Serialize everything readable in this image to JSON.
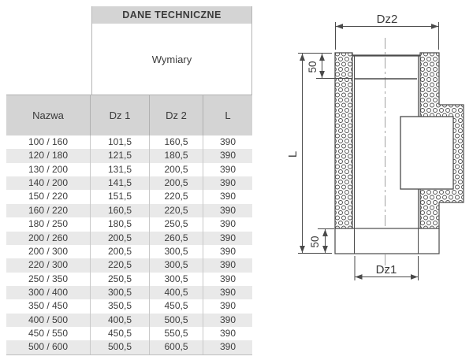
{
  "table": {
    "title": "DANE TECHNICZNE",
    "subtitle": "Wymiary",
    "columns": [
      "Nazwa",
      "Dz 1",
      "Dz 2",
      "L"
    ],
    "rows": [
      [
        "100 / 160",
        "101,5",
        "160,5",
        "390"
      ],
      [
        "120 / 180",
        "121,5",
        "180,5",
        "390"
      ],
      [
        "130 / 200",
        "131,5",
        "200,5",
        "390"
      ],
      [
        "140 / 200",
        "141,5",
        "200,5",
        "390"
      ],
      [
        "150 / 220",
        "151,5",
        "220,5",
        "390"
      ],
      [
        "160 / 220",
        "160,5",
        "220,5",
        "390"
      ],
      [
        "180 / 250",
        "180,5",
        "250,5",
        "390"
      ],
      [
        "200 / 260",
        "200,5",
        "260,5",
        "390"
      ],
      [
        "200 / 300",
        "200,5",
        "300,5",
        "390"
      ],
      [
        "220 / 300",
        "220,5",
        "300,5",
        "390"
      ],
      [
        "250 / 350",
        "250,5",
        "300,5",
        "390"
      ],
      [
        "300 / 400",
        "300,5",
        "400,5",
        "390"
      ],
      [
        "350 / 450",
        "350,5",
        "450,5",
        "390"
      ],
      [
        "400 / 500",
        "400,5",
        "500,5",
        "390"
      ],
      [
        "450 / 550",
        "450,5",
        "550,5",
        "390"
      ],
      [
        "500 / 600",
        "500,5",
        "600,5",
        "390"
      ]
    ]
  },
  "diagram": {
    "labels": {
      "outer_diameter": "Dz2",
      "inner_diameter": "Dz1",
      "length": "L",
      "socket_top": "50",
      "socket_bottom": "50"
    }
  },
  "colors": {
    "band_gray": "#d4d4d4",
    "row_stripe": "#e9e9e9",
    "line": "#4a4a4a",
    "text": "#3e3e3e"
  }
}
